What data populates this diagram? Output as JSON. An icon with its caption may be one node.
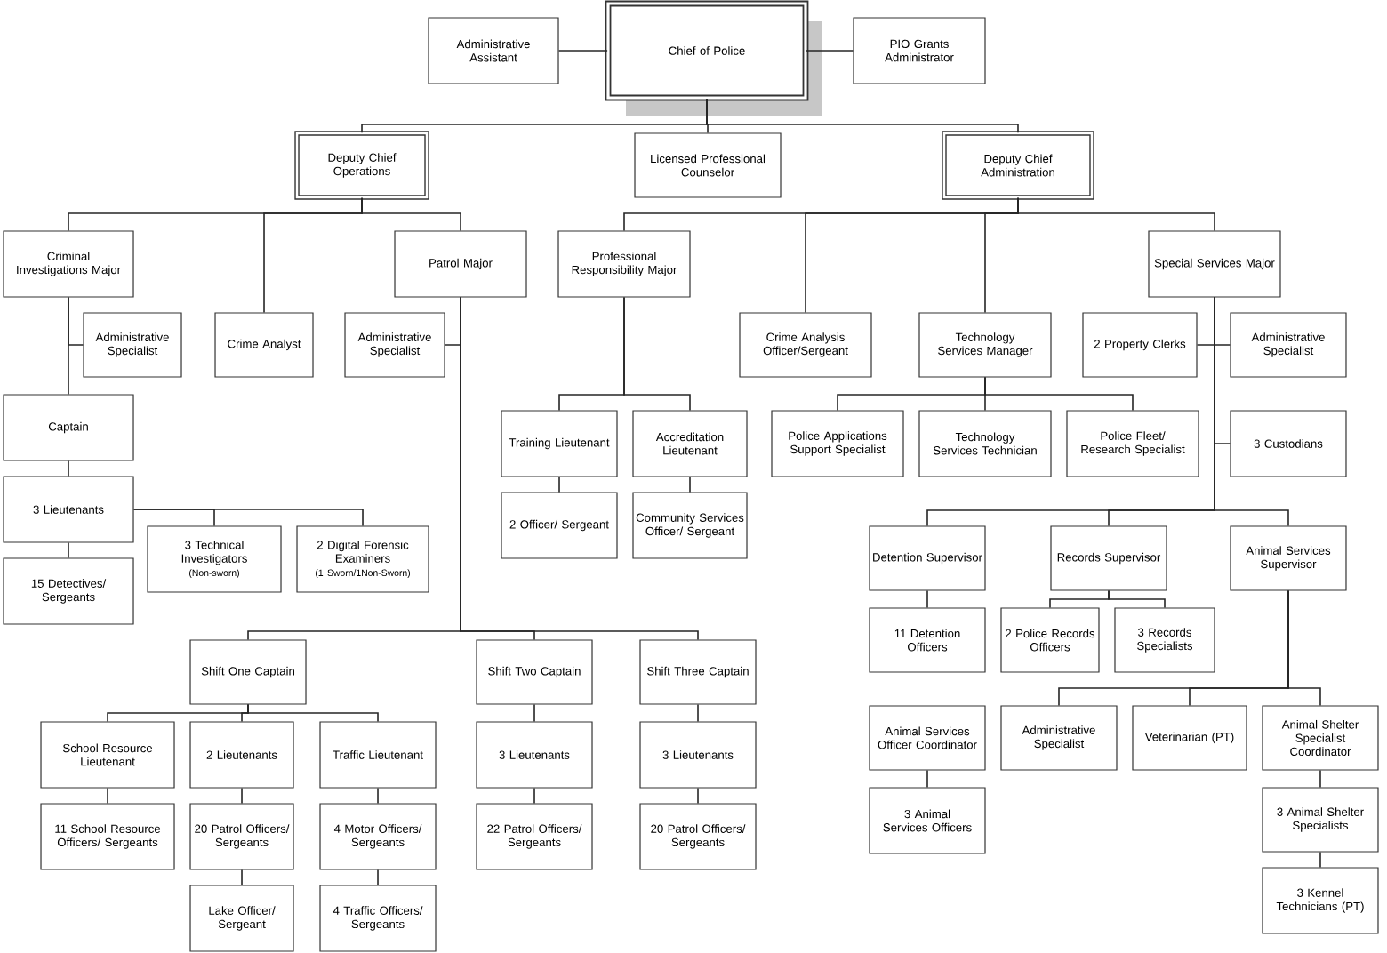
{
  "diagram": {
    "nodes": [
      {
        "text": [
          "Chief of Police"
        ]
      },
      {
        "text": [
          "Administrative Assistant"
        ]
      },
      {
        "text": [
          "PIO Grants Administrator"
        ]
      },
      {
        "text": [
          "Deputy Chief Operations"
        ]
      },
      {
        "text": [
          "Licensed Professional Counselor"
        ]
      },
      {
        "text": [
          "Deputy Chief Administration"
        ]
      },
      {
        "text": [
          "Criminal Investigations Major"
        ]
      },
      {
        "text": [
          "Administrative Specialist"
        ]
      },
      {
        "text": [
          "Crime Analyst"
        ]
      },
      {
        "text": [
          "Patrol Major"
        ]
      },
      {
        "text": [
          "Administrative Specialist"
        ]
      },
      {
        "text": [
          "Professional Responsibility Major"
        ]
      },
      {
        "text": [
          "Crime Analysis Officer/Sergeant"
        ]
      },
      {
        "text": [
          "Technology Services Manager"
        ]
      },
      {
        "text": [
          "Special Services Major"
        ]
      },
      {
        "text": [
          "2 Property Clerks"
        ]
      },
      {
        "text": [
          "Administrative Specialist"
        ]
      },
      {
        "text": [
          "Captain"
        ]
      },
      {
        "text": [
          "Training Lieutenant"
        ]
      },
      {
        "text": [
          "Accreditation Lieutenant"
        ]
      },
      {
        "text": [
          "Police Applications Support Specialist"
        ]
      },
      {
        "text": [
          "Technology Services Technician"
        ]
      },
      {
        "text": [
          "Police Fleet/ Research Specialist"
        ]
      },
      {
        "text": [
          "3 Custodians"
        ]
      },
      {
        "text": [
          "3 Lieutenants"
        ]
      },
      {
        "text": [
          "3 Technical Investigators",
          "(Non-sworn)"
        ]
      },
      {
        "text": [
          "2 Digital Forensic Examiners",
          "(1 Sworn/1Non-Sworn)"
        ]
      },
      {
        "text": [
          "15 Detectives/ Sergeants"
        ]
      },
      {
        "text": [
          "2 Officer/ Sergeant"
        ]
      },
      {
        "text": [
          "Community Services Officer/ Sergeant"
        ]
      },
      {
        "text": [
          "Detention Supervisor"
        ]
      },
      {
        "text": [
          "Records Supervisor"
        ]
      },
      {
        "text": [
          "Animal Services Supervisor"
        ]
      },
      {
        "text": [
          "11 Detention Officers"
        ]
      },
      {
        "text": [
          "2 Police Records Officers"
        ]
      },
      {
        "text": [
          "3 Records Specialists"
        ]
      },
      {
        "text": [
          "Shift One Captain"
        ]
      },
      {
        "text": [
          "Shift Two Captain"
        ]
      },
      {
        "text": [
          "Shift Three Captain"
        ]
      },
      {
        "text": [
          "School Resource Lieutenant"
        ]
      },
      {
        "text": [
          "2 Lieutenants"
        ]
      },
      {
        "text": [
          "Traffic Lieutenant"
        ]
      },
      {
        "text": [
          "3 Lieutenants"
        ]
      },
      {
        "text": [
          "3 Lieutenants"
        ]
      },
      {
        "text": [
          "11 School Resource Officers/ Sergeants"
        ]
      },
      {
        "text": [
          "20 Patrol Officers/ Sergeants"
        ]
      },
      {
        "text": [
          "4 Motor Officers/ Sergeants"
        ]
      },
      {
        "text": [
          "22 Patrol Officers/ Sergeants"
        ]
      },
      {
        "text": [
          "20 Patrol Officers/ Sergeants"
        ]
      },
      {
        "text": [
          "Lake Officer/ Sergeant"
        ]
      },
      {
        "text": [
          "4 Traffic Officers/ Sergeants"
        ]
      },
      {
        "text": [
          "Animal Services Officer Coordinator"
        ]
      },
      {
        "text": [
          "Administrative Specialist"
        ]
      },
      {
        "text": [
          "Veterinarian (PT)"
        ]
      },
      {
        "text": [
          "Animal Shelter Specialist Coordinator"
        ]
      },
      {
        "text": [
          "3 Animal Services Officers"
        ]
      },
      {
        "text": [
          "3 Animal Shelter Specialists"
        ]
      },
      {
        "text": [
          "3 Kennel Technicians (PT)"
        ]
      }
    ],
    "edges": [
      {
        "from": 0,
        "to": 1,
        "arrow": "none"
      },
      {
        "from": 0,
        "to": 2,
        "arrow": "none"
      },
      {
        "from": 0,
        "to": 3,
        "arrow": "none"
      },
      {
        "from": 0,
        "to": 4,
        "arrow": "none"
      },
      {
        "from": 0,
        "to": 5,
        "arrow": "none"
      },
      {
        "from": 3,
        "to": 6,
        "arrow": "none"
      },
      {
        "from": 3,
        "to": 8,
        "arrow": "none"
      },
      {
        "from": 3,
        "to": 9,
        "arrow": "none"
      },
      {
        "from": 6,
        "to": 7,
        "arrow": "none"
      },
      {
        "from": 6,
        "to": 17,
        "arrow": "none"
      },
      {
        "from": 9,
        "to": 10,
        "arrow": "none"
      },
      {
        "from": 5,
        "to": 11,
        "arrow": "none"
      },
      {
        "from": 5,
        "to": 12,
        "arrow": "none"
      },
      {
        "from": 5,
        "to": 13,
        "arrow": "none"
      },
      {
        "from": 5,
        "to": 14,
        "arrow": "none"
      },
      {
        "from": 14,
        "to": 15,
        "arrow": "none"
      },
      {
        "from": 14,
        "to": 16,
        "arrow": "none"
      },
      {
        "from": 17,
        "to": 24,
        "arrow": "none"
      },
      {
        "from": 24,
        "to": 27,
        "arrow": "none"
      },
      {
        "from": 24,
        "to": 25,
        "arrow": "none"
      },
      {
        "from": 24,
        "to": 26,
        "arrow": "none"
      },
      {
        "from": 11,
        "to": 18,
        "arrow": "none"
      },
      {
        "from": 11,
        "to": 19,
        "arrow": "none"
      },
      {
        "from": 18,
        "to": 28,
        "arrow": "none"
      },
      {
        "from": 19,
        "to": 29,
        "arrow": "none"
      },
      {
        "from": 13,
        "to": 20,
        "arrow": "none"
      },
      {
        "from": 13,
        "to": 21,
        "arrow": "none"
      },
      {
        "from": 13,
        "to": 22,
        "arrow": "none"
      },
      {
        "from": 14,
        "to": 23,
        "arrow": "none"
      },
      {
        "from": 14,
        "to": 30,
        "arrow": "none"
      },
      {
        "from": 14,
        "to": 31,
        "arrow": "none"
      },
      {
        "from": 14,
        "to": 32,
        "arrow": "none"
      },
      {
        "from": 30,
        "to": 33,
        "arrow": "none"
      },
      {
        "from": 31,
        "to": 34,
        "arrow": "none"
      },
      {
        "from": 31,
        "to": 35,
        "arrow": "none"
      },
      {
        "from": 9,
        "to": 36,
        "arrow": "none"
      },
      {
        "from": 9,
        "to": 37,
        "arrow": "none"
      },
      {
        "from": 9,
        "to": 38,
        "arrow": "none"
      },
      {
        "from": 36,
        "to": 39,
        "arrow": "none"
      },
      {
        "from": 36,
        "to": 40,
        "arrow": "none"
      },
      {
        "from": 36,
        "to": 41,
        "arrow": "none"
      },
      {
        "from": 37,
        "to": 42,
        "arrow": "none"
      },
      {
        "from": 38,
        "to": 43,
        "arrow": "none"
      },
      {
        "from": 39,
        "to": 44,
        "arrow": "none"
      },
      {
        "from": 40,
        "to": 45,
        "arrow": "none"
      },
      {
        "from": 41,
        "to": 46,
        "arrow": "none"
      },
      {
        "from": 42,
        "to": 47,
        "arrow": "none"
      },
      {
        "from": 43,
        "to": 48,
        "arrow": "none"
      },
      {
        "from": 45,
        "to": 49,
        "arrow": "none"
      },
      {
        "from": 46,
        "to": 50,
        "arrow": "none"
      },
      {
        "from": 32,
        "to": 52,
        "arrow": "none"
      },
      {
        "from": 32,
        "to": 53,
        "arrow": "none"
      },
      {
        "from": 32,
        "to": 54,
        "arrow": "none"
      },
      {
        "from": 51,
        "to": 55,
        "arrow": "none"
      },
      {
        "from": 54,
        "to": 56,
        "arrow": "none"
      },
      {
        "from": 56,
        "to": 57,
        "arrow": "none"
      }
    ]
  }
}
